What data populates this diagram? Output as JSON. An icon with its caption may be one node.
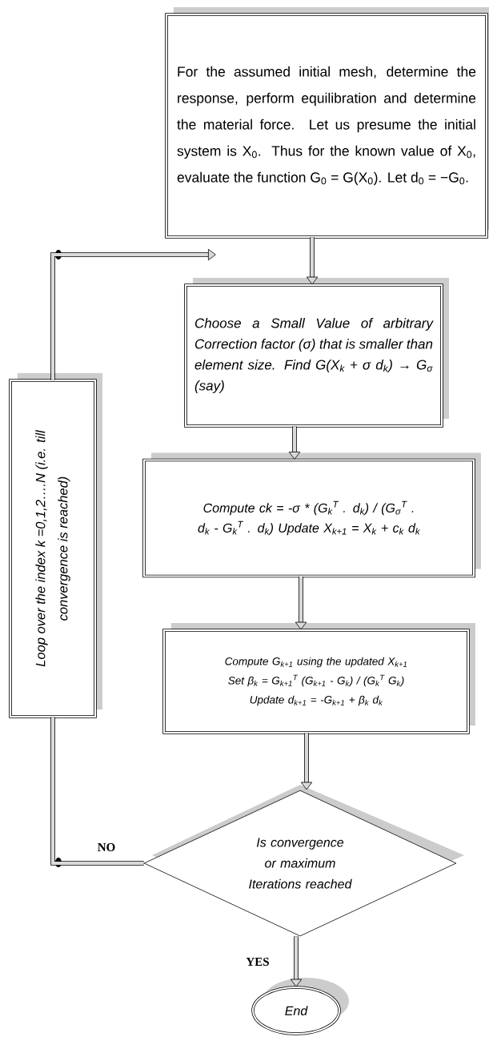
{
  "diagram": {
    "nodes": [
      {
        "text": [
          "For the assumed initial mesh, determine the response, perform equilibration and determine the material force. Let us presume the initial system is X$_{0}$. Thus for the known value of X$_{0}$, evaluate the function G$_{0}$ = G(X$_{0}$). Let d$_{0}$ = −G$_{0}$."
        ]
      },
      {
        "text": [
          "Choose a Small Value of arbitrary Correction factor (σ) that is smaller than element size. Find G(X$_{k}$ + σ d$_{k}$) → G$_{σ}$ (say)"
        ]
      },
      {
        "text": [
          "Compute ck = -σ * (G$_{k}$$^{T}$ . d$_{k}$) / (G$_{σ}$$^{T}$ . d$_{k}$ - G$_{k}$$^{T}$ . d$_{k}$) Update X$_{k+1}$ = X$_{k}$ + c$_{k}$ d$_{k}$"
        ]
      },
      {
        "text": [
          "Compute G$_{k+1}$ using the updated X$_{k+1}$",
          "Set β$_{k}$ = G$_{k+1}$$^{T}$ (G$_{k+1}$ - G$_{k}$) / (G$_{k}$$^{T}$ G$_{k}$)",
          "Update d$_{k+1}$ = -G$_{k+1}$ + β$_{k}$ d$_{k}$"
        ]
      },
      {
        "text": [
          "Is convergence or maximum Iterations reached"
        ]
      },
      {
        "text": [
          "End"
        ]
      },
      {
        "text": [
          "Loop over the index k =0,1,2….N (i.e. till convergence is reached)"
        ]
      }
    ],
    "edges": [
      {
        "from": 0,
        "to": 1,
        "arrow": "to"
      },
      {
        "from": 1,
        "to": 2,
        "arrow": "to"
      },
      {
        "from": 2,
        "to": 3,
        "arrow": "to"
      },
      {
        "from": 3,
        "to": 4,
        "arrow": "to"
      },
      {
        "from": 4,
        "to": 5,
        "arrow": "to",
        "label": "YES"
      },
      {
        "from": 4,
        "to": 6,
        "arrow": "none",
        "label": "NO"
      },
      {
        "from": 6,
        "to": null,
        "arrow": "to"
      }
    ]
  }
}
